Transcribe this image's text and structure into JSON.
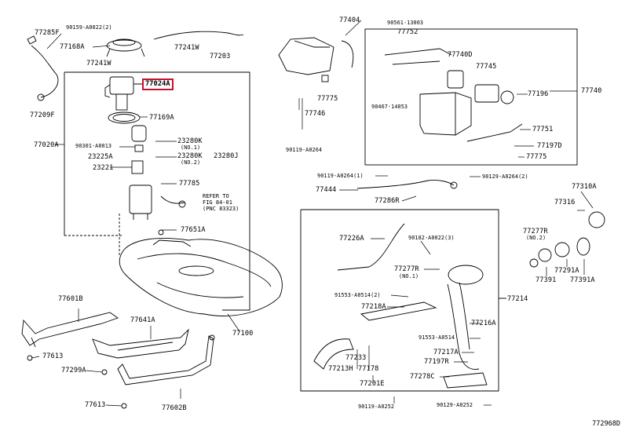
{
  "diagram_code": "772968D",
  "note": "REFER TO\nFIG 84-01\n(PNC 83323)",
  "highlight_color": "#c8102e",
  "labels": [
    {
      "id": "p77285F",
      "text": "77285F"
    },
    {
      "id": "p90159a",
      "text": "90159-A0022(2)"
    },
    {
      "id": "p77168A",
      "text": "77168A"
    },
    {
      "id": "p77241Wa",
      "text": "77241W"
    },
    {
      "id": "p77241Wb",
      "text": "77241W"
    },
    {
      "id": "p77203",
      "text": "77203"
    },
    {
      "id": "p77024A",
      "text": "77024A"
    },
    {
      "id": "p77209F",
      "text": "77209F"
    },
    {
      "id": "p77169A",
      "text": "77169A"
    },
    {
      "id": "p77020A",
      "text": "77020A"
    },
    {
      "id": "p90301",
      "text": "90301-A0013"
    },
    {
      "id": "p23280Ka",
      "text": "23280K"
    },
    {
      "id": "n01",
      "text": "(NO.1)"
    },
    {
      "id": "p23225A",
      "text": "23225A"
    },
    {
      "id": "p23280Kb",
      "text": "23280K"
    },
    {
      "id": "n02",
      "text": "(NO.2)"
    },
    {
      "id": "p23280J",
      "text": "23280J"
    },
    {
      "id": "p23221",
      "text": "23221"
    },
    {
      "id": "p77785",
      "text": "77785"
    },
    {
      "id": "p77651A",
      "text": "77651A"
    },
    {
      "id": "p77601B",
      "text": "77601B"
    },
    {
      "id": "p77641A",
      "text": "77641A"
    },
    {
      "id": "p77613a",
      "text": "77613"
    },
    {
      "id": "p77299A",
      "text": "77299A"
    },
    {
      "id": "p77100",
      "text": "77100"
    },
    {
      "id": "p77613b",
      "text": "77613"
    },
    {
      "id": "p77602B",
      "text": "77602B"
    },
    {
      "id": "p77404",
      "text": "77404"
    },
    {
      "id": "p90561",
      "text": "90561-13003"
    },
    {
      "id": "p77752",
      "text": "77752"
    },
    {
      "id": "p77740D",
      "text": "77740D"
    },
    {
      "id": "p77745",
      "text": "77745"
    },
    {
      "id": "p77740",
      "text": "77740"
    },
    {
      "id": "p77196",
      "text": "77196"
    },
    {
      "id": "p77775a",
      "text": "77775"
    },
    {
      "id": "p90467",
      "text": "90467-14053"
    },
    {
      "id": "p77746",
      "text": "77746"
    },
    {
      "id": "p77751",
      "text": "77751"
    },
    {
      "id": "p77197D",
      "text": "77197D"
    },
    {
      "id": "p77775b",
      "text": "77775"
    },
    {
      "id": "p90119a",
      "text": "90119-A0264"
    },
    {
      "id": "p90119b",
      "text": "90119-A0264(1)"
    },
    {
      "id": "p90129a",
      "text": "90129-A0264(2)"
    },
    {
      "id": "p77444",
      "text": "77444"
    },
    {
      "id": "p77286R",
      "text": "77286R"
    },
    {
      "id": "p77310A",
      "text": "77310A"
    },
    {
      "id": "p77316",
      "text": "77316"
    },
    {
      "id": "p77226A",
      "text": "77226A"
    },
    {
      "id": "p90182",
      "text": "90182-A0022(3)"
    },
    {
      "id": "p77277R",
      "text": "77277R"
    },
    {
      "id": "n01b",
      "text": "(NO.1)"
    },
    {
      "id": "p77277Rb",
      "text": "77277R"
    },
    {
      "id": "n02b",
      "text": "(NO.2)"
    },
    {
      "id": "p77291A",
      "text": "77291A"
    },
    {
      "id": "p77391",
      "text": "77391"
    },
    {
      "id": "p77391A",
      "text": "77391A"
    },
    {
      "id": "p91553a",
      "text": "91553-A0514(2)"
    },
    {
      "id": "p77218A",
      "text": "77218A"
    },
    {
      "id": "p77214",
      "text": "77214"
    },
    {
      "id": "p77216A",
      "text": "77216A"
    },
    {
      "id": "p91553b",
      "text": "91553-A0514"
    },
    {
      "id": "p77217A",
      "text": "77217A"
    },
    {
      "id": "p77197R",
      "text": "77197R"
    },
    {
      "id": "p77233",
      "text": "77233"
    },
    {
      "id": "p77213H",
      "text": "77213H"
    },
    {
      "id": "p77178",
      "text": "77178"
    },
    {
      "id": "p77201E",
      "text": "77201E"
    },
    {
      "id": "p77278C",
      "text": "77278C"
    },
    {
      "id": "p90119c",
      "text": "90119-A0252"
    },
    {
      "id": "p90129b",
      "text": "90129-A0252"
    }
  ]
}
